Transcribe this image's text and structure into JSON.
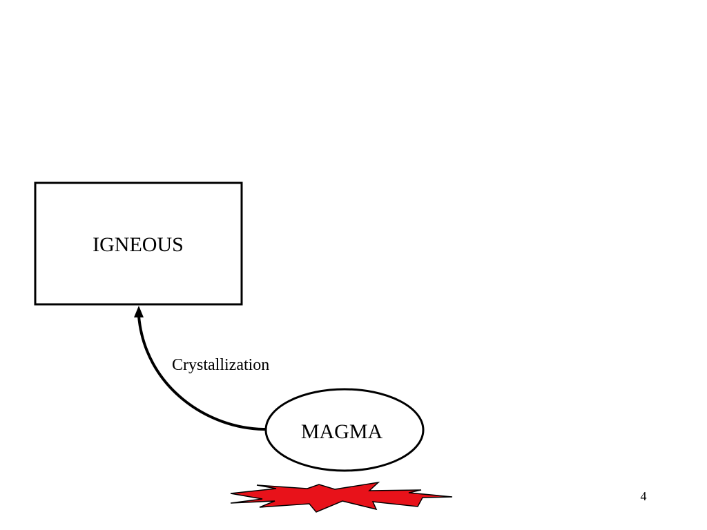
{
  "diagram": {
    "nodes": {
      "igneous": {
        "label": "IGNEOUS"
      },
      "magma": {
        "label": "MAGMA"
      }
    },
    "edges": {
      "magma_to_igneous": {
        "label": "Crystallization"
      }
    },
    "heat_source": {
      "color": "#e8121a"
    }
  },
  "slide": {
    "page_number": "4"
  },
  "colors": {
    "stroke": "#000000",
    "background": "#ffffff",
    "heat": "#e8121a"
  }
}
